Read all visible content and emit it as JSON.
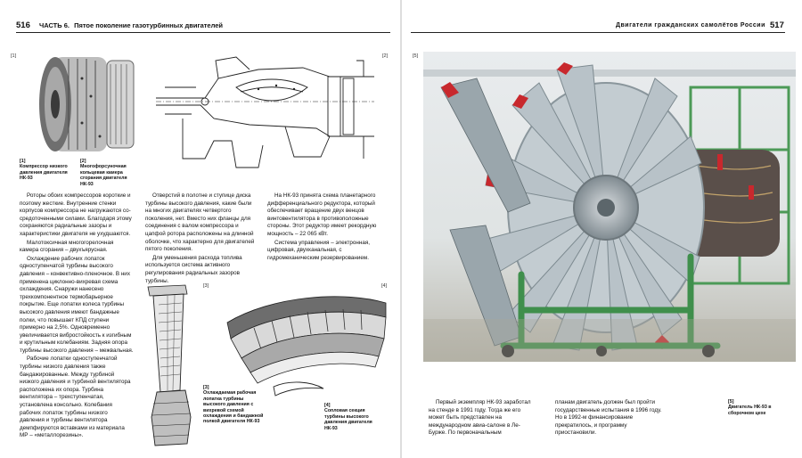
{
  "left_page": {
    "number": "516",
    "chapter": "ЧАСТЬ 6.",
    "chapter_title": "Пятое поколение газотурбинных двигателей",
    "fig_tags": [
      "[1]",
      "[2]",
      "[3]",
      "[4]"
    ],
    "captions": {
      "c1": {
        "num": "[1]",
        "text": "Компрессор низкого давления двигателя НК-93"
      },
      "c2": {
        "num": "[2]",
        "text": "Многофорсуночная кольцевая камера сгорания двигателя НК-93"
      },
      "c3": {
        "num": "[3]",
        "text": "Охлаждаемая рабочая лопатка турбины высокого давления с вихревой схемой охлаждения и бандажной полкой двигателя НК-93"
      },
      "c4": {
        "num": "[4]",
        "text": "Сопловая секция турбины высокого давления двигателя НК-93"
      }
    },
    "col1": [
      "Роторы обоих компрессоров короткие и поэтому жесткие. Внутренние стенки корпусов компрессора не нагружаются со-средоточенными силами. Благодаря этому сохраняются радиальные зазоры и характеристики двигателя не ухудшаются.",
      "Малотоксичная многогорелочная камера сгорания – двухъярусная.",
      "Охлаждение рабочих лопаток одноступенчатой турбины высокого давления – конвективно-пленочное. В них применена циклонно-вихревая схема охлаждения. Снаружи нанесено трехкомпонентное термобарьерное покрытие. Еще лопатки колеса турбины высокого давления имеют бандажные полки, что повышает КПД ступени примерно на 2,5%. Одновременно увеличивается вибростойкость к изгибным и крутильным колебаниям. Задняя опора турбины высокого давления – межвальная.",
      "Рабочие лопатки одноступенчатой турбины низкого давления также бандажированные. Между турбиной низкого давления и турбиной вентилятора расположена их опора. Турбина вентилятора – трехступенчатая, установлена консольно. Колебания рабочих лопаток турбины низкого давления и турбины вентилятора демпфируются вставками из материала МР – «металлорезины»."
    ],
    "col2": [
      "Отверстий в полотне и ступице диска турбины высокого давления, какие были на многих двигателях четвертого поколения, нет. Вместо них фланцы для соединения с валом компрессора и цапфой ротора расположены на длинной оболочке, что характерно для двигателей пятого поколения.",
      "Для уменьшения расхода топлива используется система активного регулирования радиальных зазоров турбины."
    ],
    "col3": [
      "На НК-93 принята схема планетарного дифференциального редуктора, который обеспечивает вращение двух венцов винтовентилятора в противоположные стороны. Этот редуктор имеет рекордную мощность – 22 065 кВт.",
      "Система управления – электронная, цифровая, двухканальная, с гидромеханическим резервированием."
    ]
  },
  "right_page": {
    "number": "517",
    "running_title": "Двигатели гражданских самолётов России",
    "fig_tag": "[5]",
    "caption": {
      "num": "[5]",
      "text": "Двигатель НК-93 в сборочном цехе"
    },
    "col1": "Первый экземпляр НК-93 заработал на стенде в 1991 году. Тогда же его может быть представлен на международном авиа-салоне в Ле-Бурже. По первоначальным",
    "col2": "планам двигатель должен был пройти государственные испытания в 1996 году. Но в 1992-м финансирование прекратилось, и программу приостановили."
  },
  "colors": {
    "fan_red": "#c8282d",
    "stand_green": "#3f8f4c",
    "blade_grey": "#b8c2c8"
  }
}
